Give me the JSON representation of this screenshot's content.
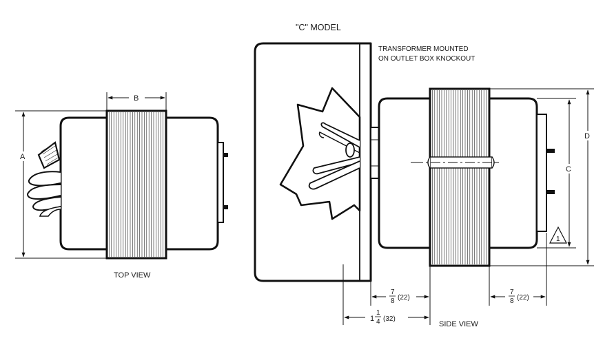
{
  "labels": {
    "c_model": "\"C\" MODEL",
    "mounted_line1": "TRANSFORMER MOUNTED",
    "mounted_line2": "ON OUTLET BOX KNOCKOUT",
    "top_view": "TOP VIEW",
    "side_view": "SIDE VIEW",
    "dim_a": "A",
    "dim_b": "B",
    "dim_c": "C",
    "dim_d": "D",
    "note_symbol": "1"
  },
  "dimensions": {
    "left_gap": {
      "whole": "",
      "num": "7",
      "den": "8",
      "metric": "(22)"
    },
    "right_gap": {
      "whole": "",
      "num": "7",
      "den": "8",
      "metric": "(22)"
    },
    "depth": {
      "whole": "1",
      "num": "1",
      "den": "4",
      "metric": "(32)"
    }
  }
}
